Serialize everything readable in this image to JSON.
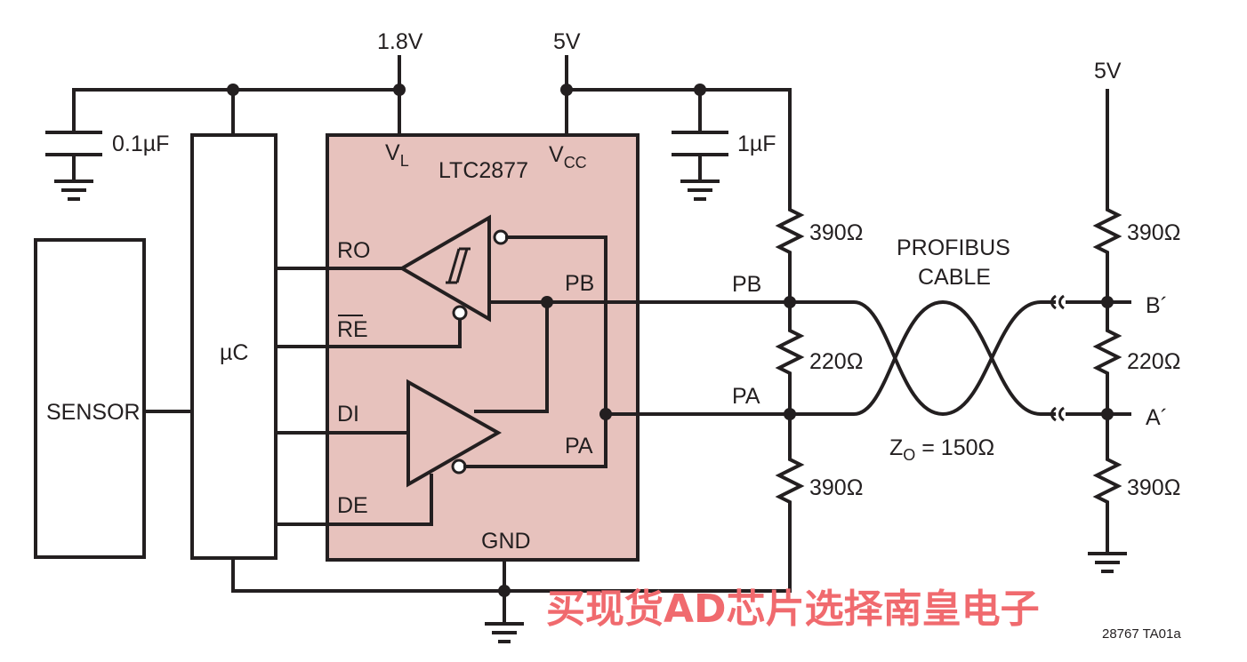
{
  "supplies": {
    "vl": "1.8V",
    "vcc": "5V",
    "remote": "5V"
  },
  "caps": {
    "c1": "0.1µF",
    "c2": "1µF"
  },
  "blocks": {
    "sensor": "SENSOR",
    "uc": "µC",
    "chip": "LTC2877"
  },
  "chip_pins": {
    "vl": "V",
    "vl_sub": "L",
    "vcc": "V",
    "vcc_sub": "CC",
    "ro": "RO",
    "re": "RE",
    "di": "DI",
    "de": "DE",
    "pb": "PB",
    "pa": "PA",
    "gnd": "GND"
  },
  "bus": {
    "pb": "PB",
    "pa": "PA",
    "b_prime": "B´",
    "a_prime": "A´"
  },
  "resistors": {
    "near_top": "390Ω",
    "near_mid": "220Ω",
    "near_bot": "390Ω",
    "far_top": "390Ω",
    "far_mid": "220Ω",
    "far_bot": "390Ω"
  },
  "cable": {
    "line1": "PROFIBUS",
    "line2": "CABLE",
    "z_main": "Z",
    "z_sub": "O",
    "z_value": " = 150Ω"
  },
  "figure_id": "28767 TA01a",
  "watermark": "买现货AD芯片选择南皇电子",
  "colors": {
    "chip_fill": "#e7c2bd",
    "ink": "#231f20",
    "watermark": "#f06a6e"
  }
}
